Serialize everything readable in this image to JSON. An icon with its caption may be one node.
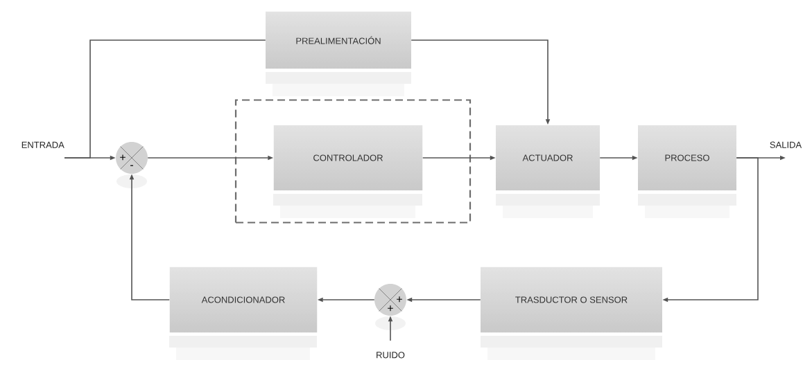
{
  "diagram": {
    "nodes": [
      {
        "text": [
          "ENTRADA"
        ]
      },
      {
        "text": [
          "+",
          "-"
        ]
      },
      {
        "text": [
          "PREALIMENTACIÓN"
        ]
      },
      {
        "text": [],
        "shape": "box"
      },
      {
        "text": [
          "CONTROLADOR"
        ],
        "in": 3
      },
      {
        "text": [
          "ACTUADOR"
        ]
      },
      {
        "text": [
          "PROCESO"
        ]
      },
      {
        "text": [
          "SALIDA"
        ]
      },
      {
        "text": [
          "TRASDUCTOR O SENSOR"
        ]
      },
      {
        "text": [
          "+",
          "+"
        ]
      },
      {
        "text": [
          "ACONDICIONADOR"
        ]
      },
      {
        "text": [
          "RUIDO"
        ]
      }
    ],
    "edges": [
      {
        "from": 0,
        "to": 1,
        "arrow": "to"
      },
      {
        "from": 0,
        "to": 2,
        "arrow": "none"
      },
      {
        "from": 1,
        "to": 4,
        "arrow": "to"
      },
      {
        "from": 2,
        "to": 5,
        "arrow": "to"
      },
      {
        "from": 4,
        "to": 5,
        "arrow": "to"
      },
      {
        "from": 5,
        "to": 6,
        "arrow": "to"
      },
      {
        "from": 6,
        "to": 7,
        "arrow": "to"
      },
      {
        "from": 6,
        "to": 8,
        "arrow": "to"
      },
      {
        "from": 8,
        "to": 9,
        "arrow": "to"
      },
      {
        "from": 9,
        "to": 10,
        "arrow": "to"
      },
      {
        "from": 10,
        "to": 1,
        "arrow": "to"
      },
      {
        "from": 11,
        "to": 9,
        "arrow": "to"
      }
    ]
  }
}
